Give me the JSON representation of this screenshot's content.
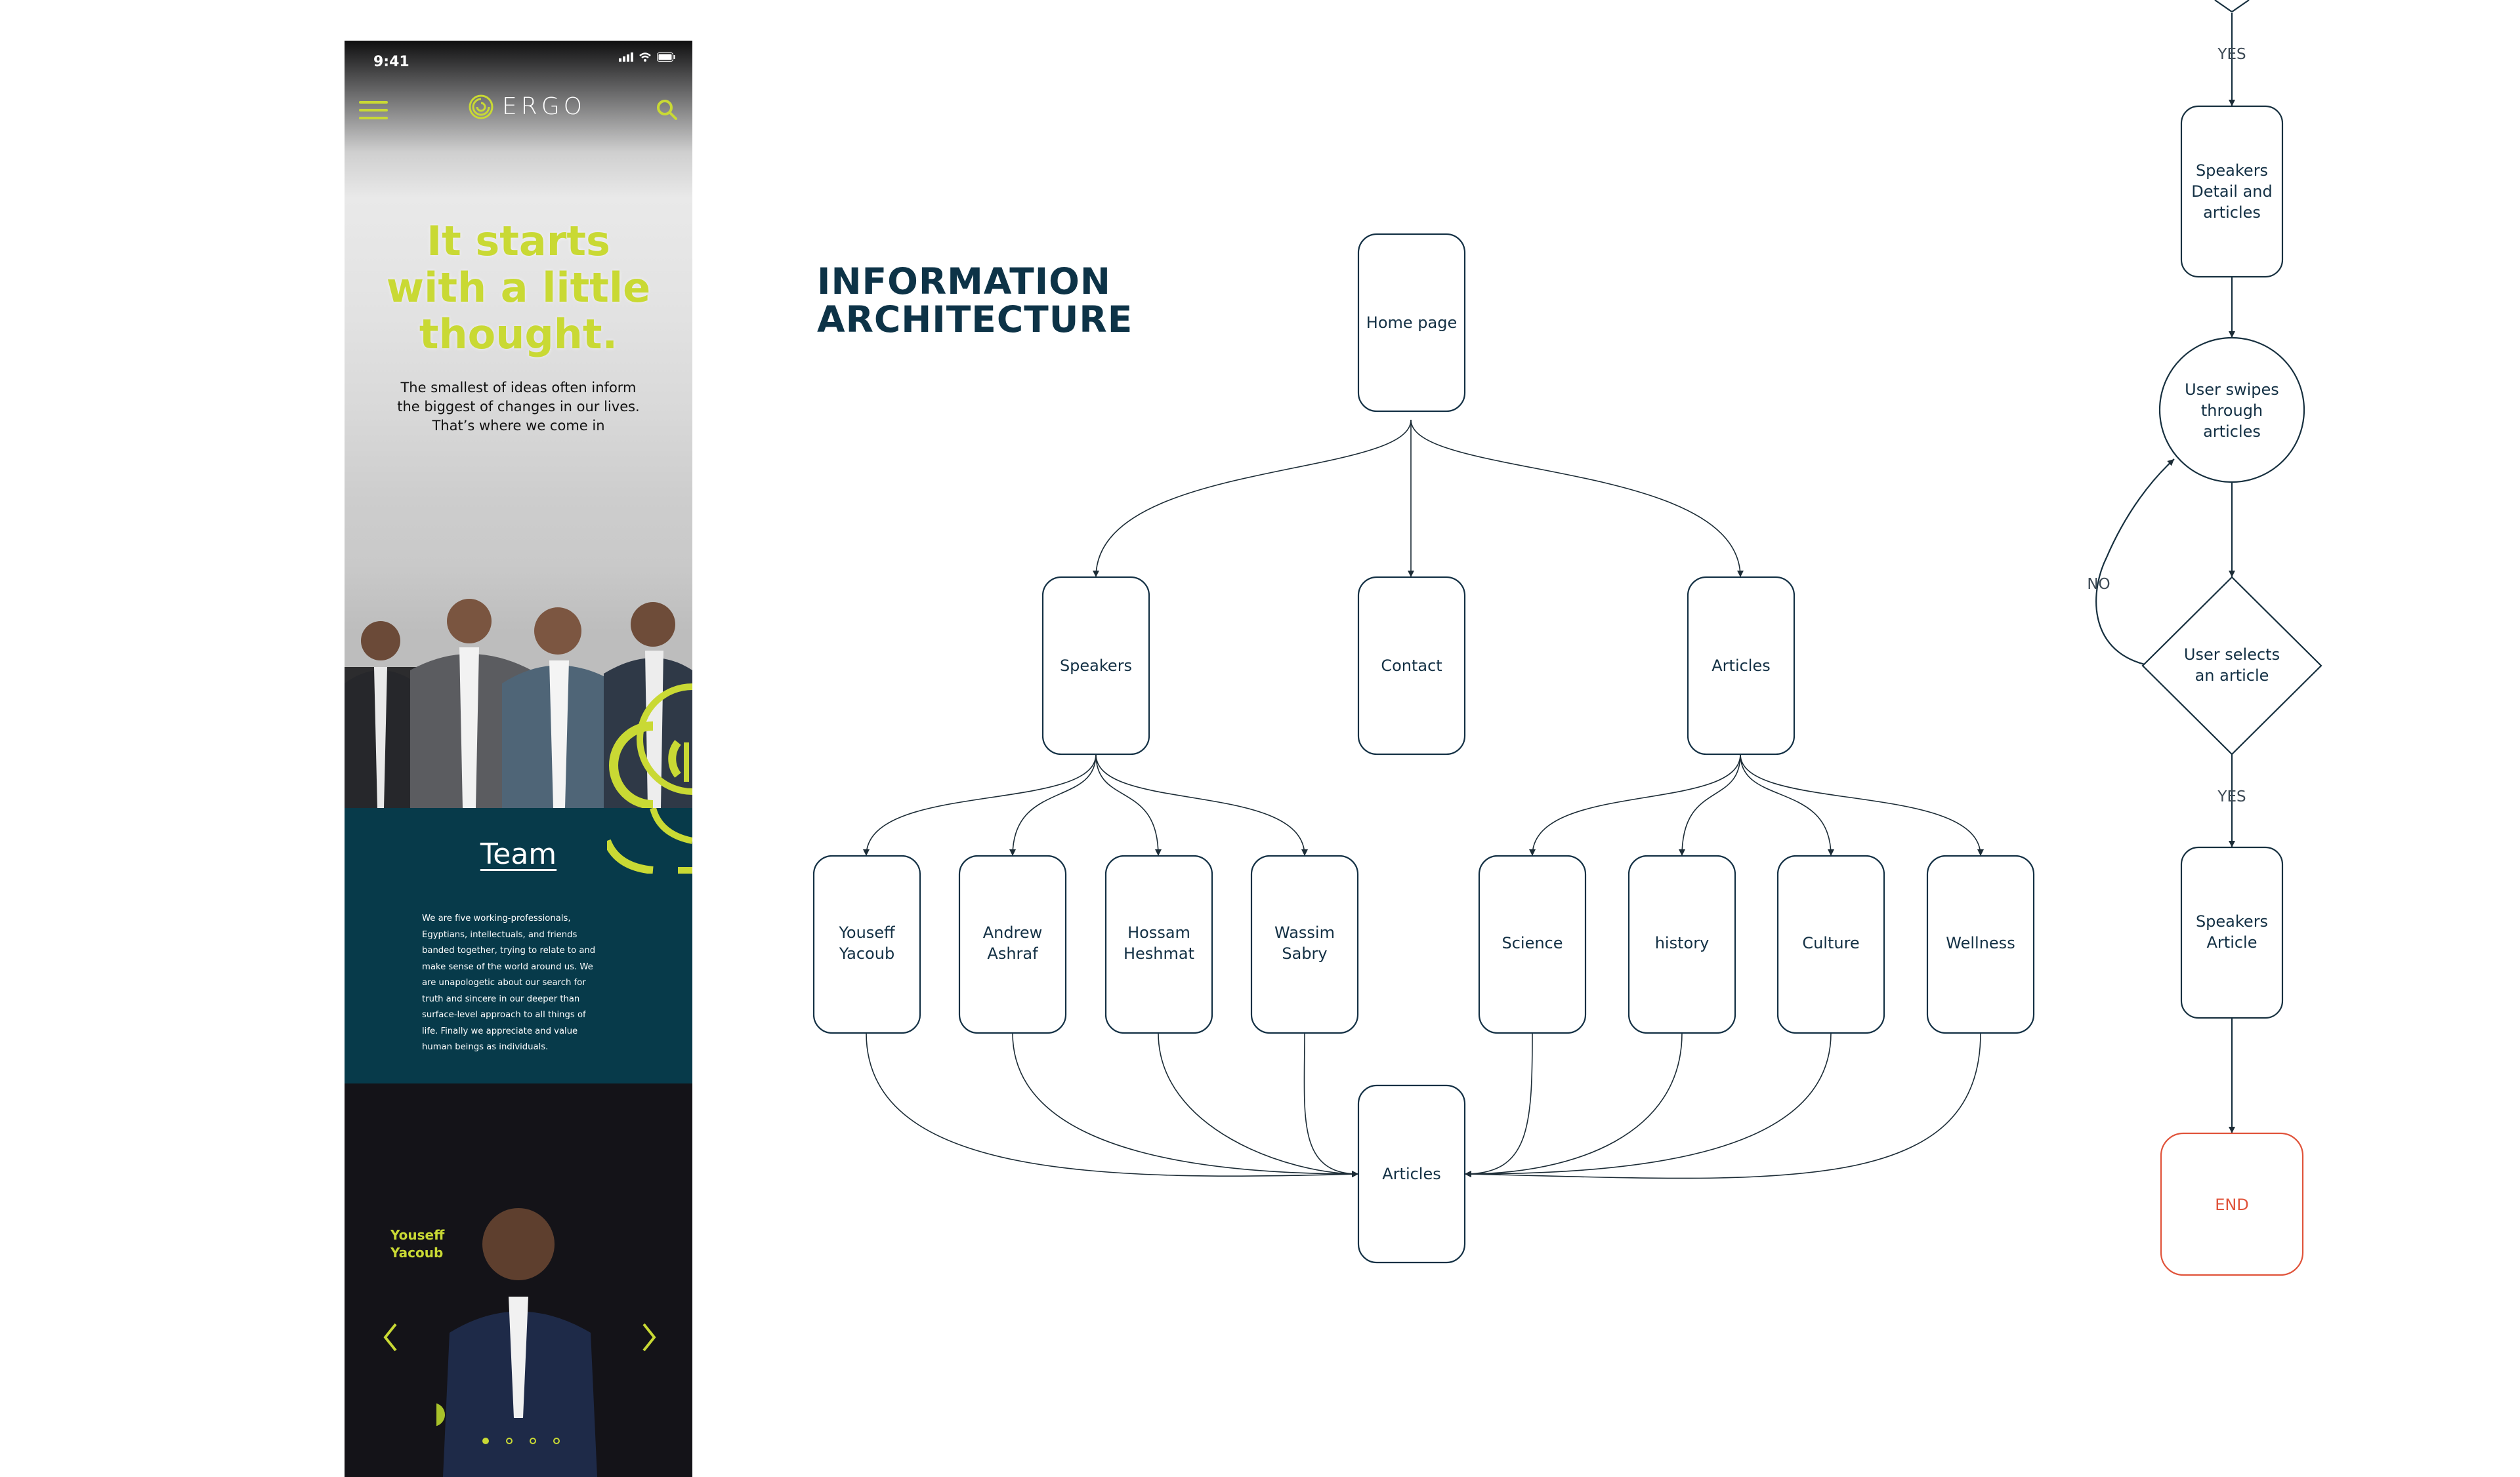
{
  "phone": {
    "status_time": "9:41",
    "logo_text": "ERGO",
    "headline": [
      "It starts",
      "with a little",
      "thought."
    ],
    "subtext": [
      "The smallest of ideas often inform",
      "the biggest of changes in our lives.",
      "That’s where we come in"
    ],
    "team_title": "Team",
    "team_description": [
      "We are five working-professionals,",
      "Egyptians, intellectuals, and friends",
      "banded together, trying to relate to and",
      "make sense of the world around us. We",
      "are unapologetic about our search for",
      "truth and sincere in our deeper than",
      "surface-level approach to all things of",
      "life. Finally we appreciate and value",
      "human beings as individuals."
    ],
    "speaker_name": [
      "Youseff",
      "Yacoub"
    ],
    "carousel_dots": 4,
    "carousel_active": 0,
    "accent": "#c9d934",
    "team_bg": "#073a4a"
  },
  "ia": {
    "title": [
      "INFORMATION",
      "ARCHITECTURE"
    ],
    "nodes": {
      "home": [
        "Home page"
      ],
      "speakers": [
        "Speakers"
      ],
      "contact": [
        "Contact"
      ],
      "articles": [
        "Articles"
      ],
      "youseff": [
        "Youseff",
        "Yacoub"
      ],
      "andrew": [
        "Andrew",
        "Ashraf"
      ],
      "hossam": [
        "Hossam",
        "Heshmat"
      ],
      "wassim": [
        "Wassim",
        "Sabry"
      ],
      "science": [
        "Science"
      ],
      "history": [
        "history"
      ],
      "culture": [
        "Culture"
      ],
      "wellness": [
        "Wellness"
      ],
      "articles_bottom": [
        "Articles"
      ]
    }
  },
  "flow": {
    "labels": {
      "yes_top": "YES",
      "no": "NO",
      "yes_bottom": "YES"
    },
    "nodes": {
      "speakers_detail": [
        "Speakers",
        "Detail and",
        "articles"
      ],
      "user_swipes": [
        "User swipes",
        "through",
        "articles"
      ],
      "user_selects": [
        "User selects",
        "an article"
      ],
      "speakers_article": [
        "Speakers",
        "Article"
      ],
      "end": [
        "END"
      ]
    },
    "end_color": "#e0533a"
  }
}
